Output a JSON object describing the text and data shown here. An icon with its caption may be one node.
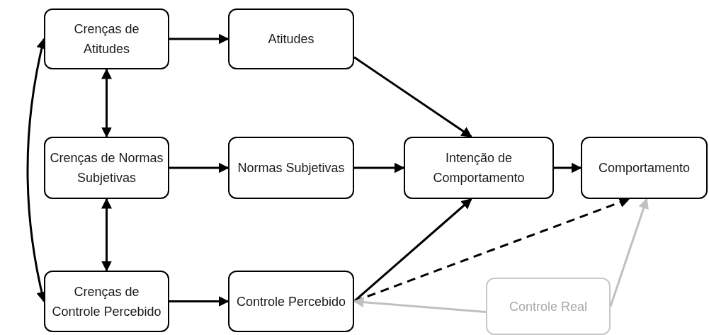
{
  "diagram": {
    "nodes": [
      {
        "text": [
          "Crenças de Atitudes"
        ]
      },
      {
        "text": [
          "Atitudes"
        ]
      },
      {
        "text": [
          "Crenças de Normas Subjetivas"
        ]
      },
      {
        "text": [
          "Normas Subjetivas"
        ]
      },
      {
        "text": [
          "Intenção de Comportamento"
        ]
      },
      {
        "text": [
          "Comportamento"
        ]
      },
      {
        "text": [
          "Crenças de Controle Percebido"
        ]
      },
      {
        "text": [
          "Controle Percebido"
        ]
      },
      {
        "text": [
          "Controle Real"
        ]
      }
    ],
    "edges": [
      {
        "from": 0,
        "to": 1,
        "arrow": "to"
      },
      {
        "from": 2,
        "to": 3,
        "arrow": "to"
      },
      {
        "from": 6,
        "to": 7,
        "arrow": "to"
      },
      {
        "from": 0,
        "to": 2,
        "arrow": "both"
      },
      {
        "from": 2,
        "to": 6,
        "arrow": "both"
      },
      {
        "from": 0,
        "to": 6,
        "arrow": "both"
      },
      {
        "from": 1,
        "to": 4,
        "arrow": "to"
      },
      {
        "from": 3,
        "to": 4,
        "arrow": "to"
      },
      {
        "from": 7,
        "to": 4,
        "arrow": "to"
      },
      {
        "from": 4,
        "to": 5,
        "arrow": "to"
      },
      {
        "from": 7,
        "to": 5,
        "arrow": "to",
        "style": "dashed"
      },
      {
        "from": 8,
        "to": 7,
        "arrow": "to",
        "color": "#c0c0c0"
      },
      {
        "from": 8,
        "to": 5,
        "arrow": "to",
        "color": "#c0c0c0"
      }
    ]
  }
}
